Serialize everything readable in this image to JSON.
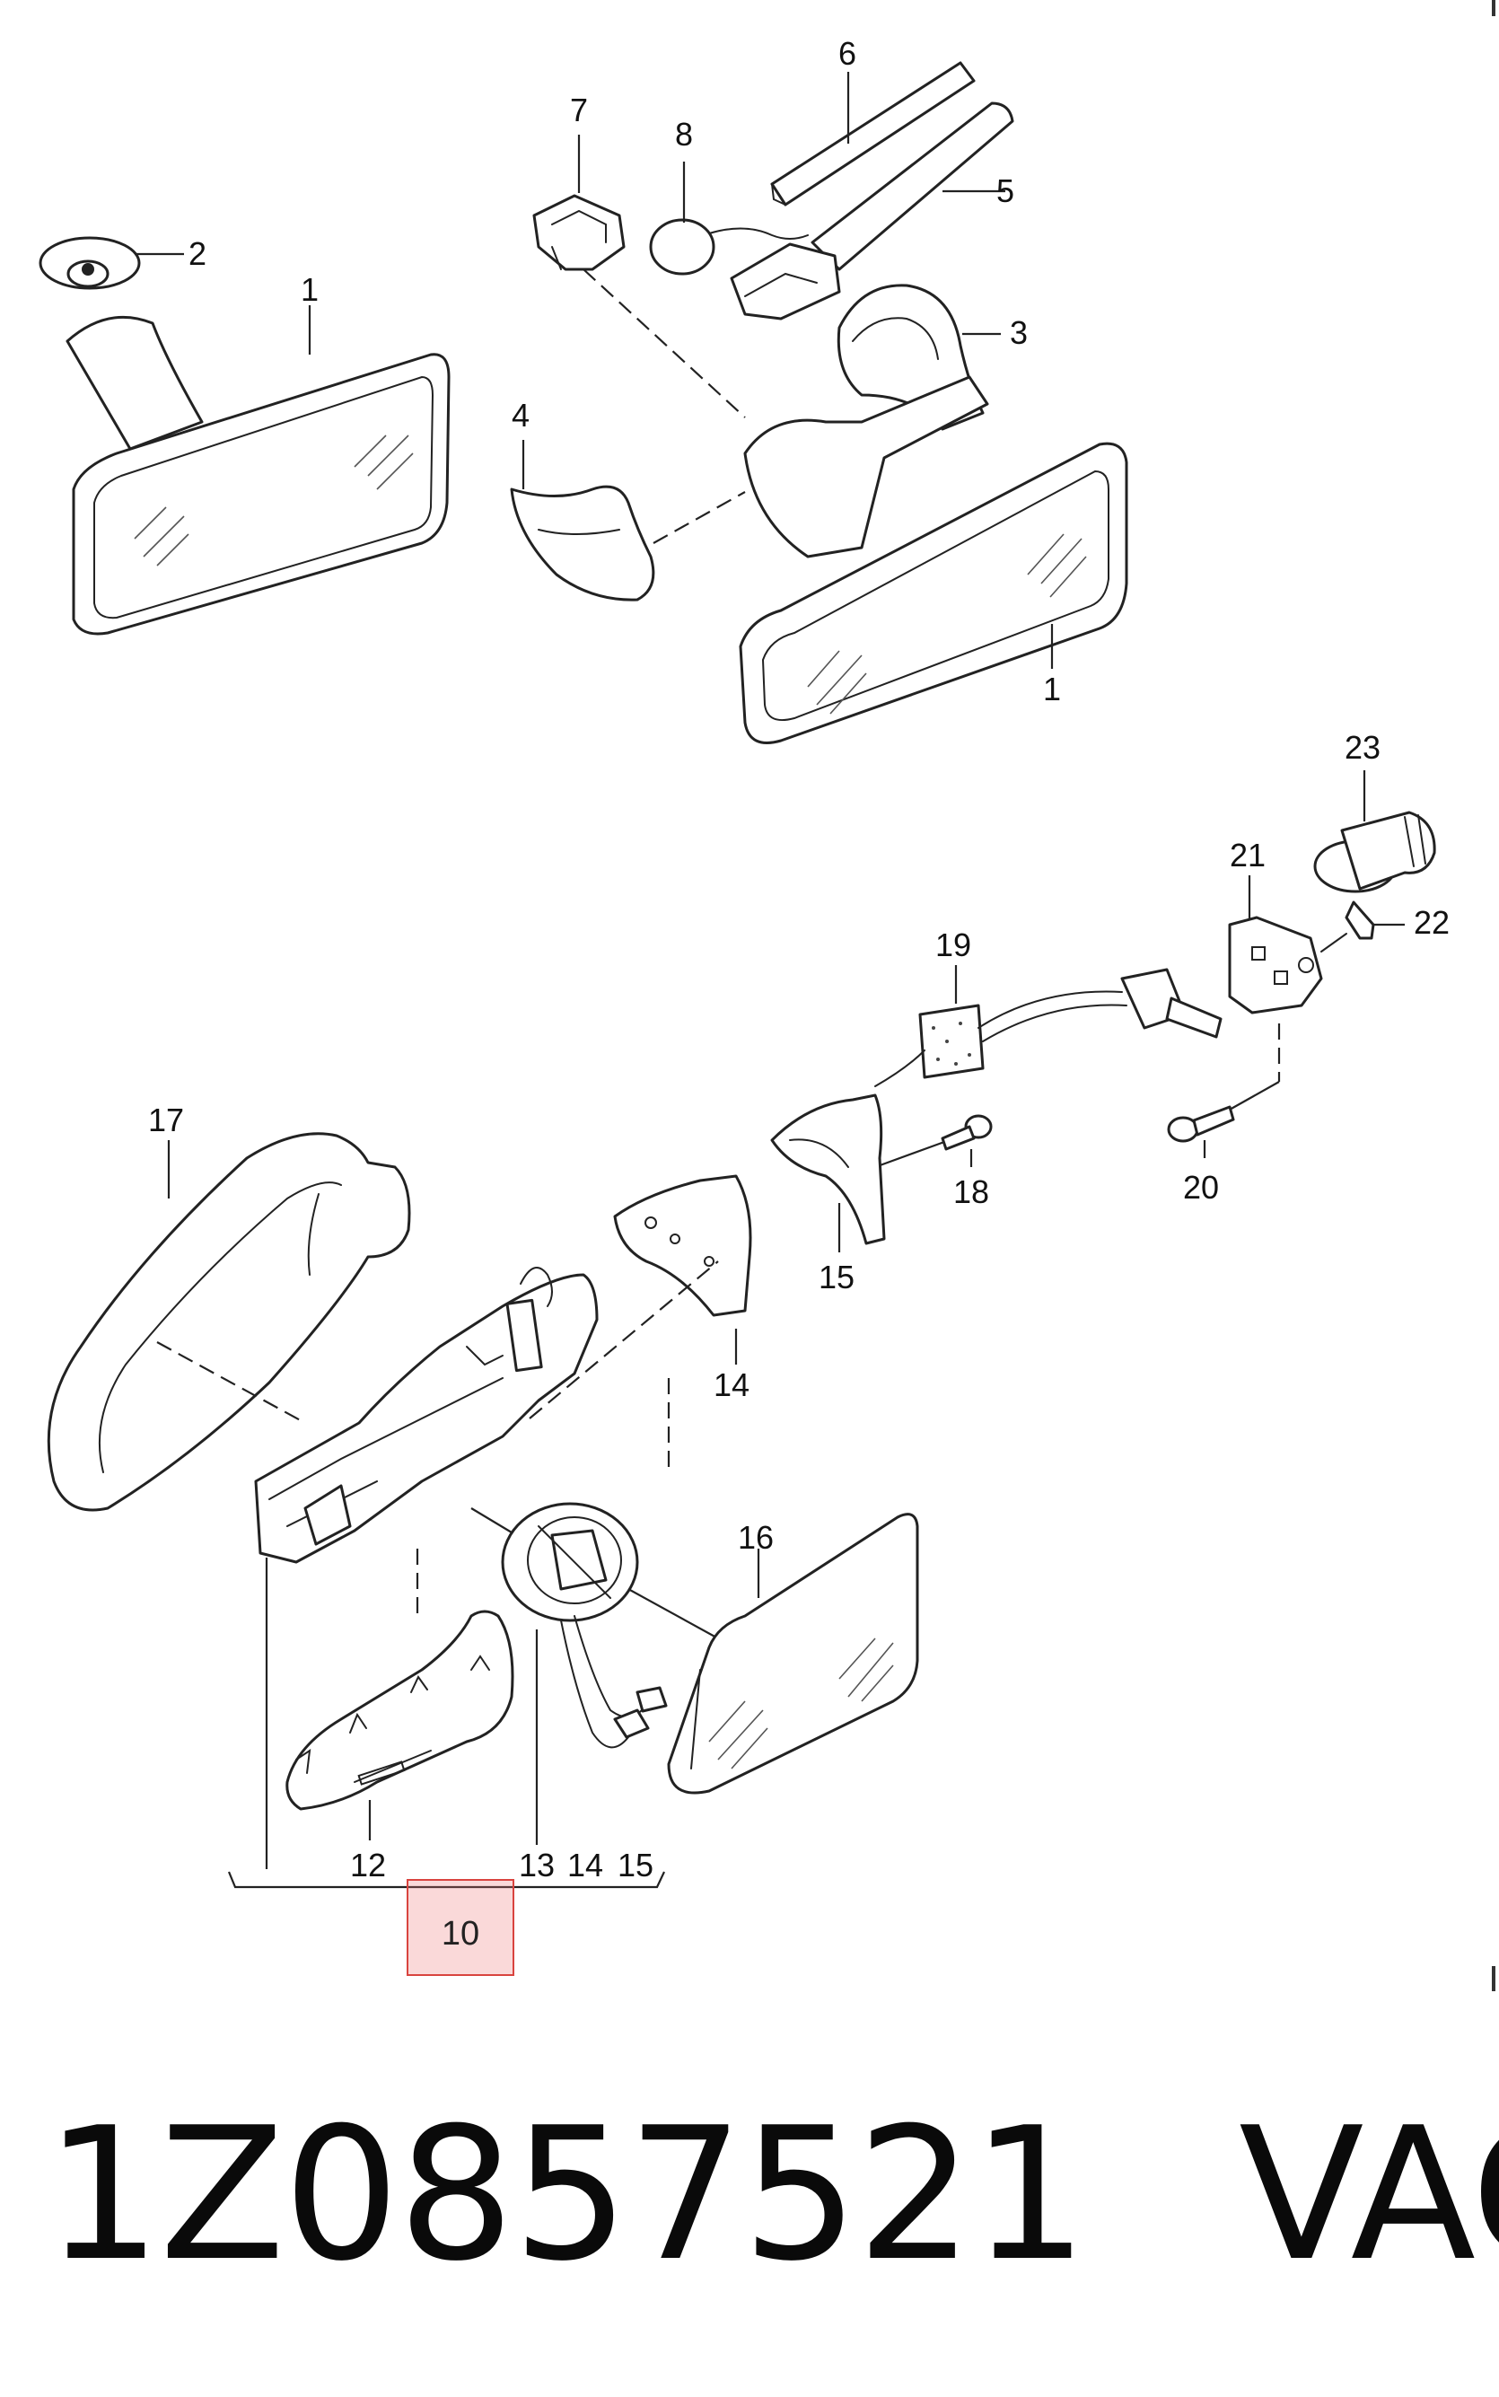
{
  "diagram": {
    "callouts": {
      "c1a": "1",
      "c1b": "1",
      "c2": "2",
      "c3": "3",
      "c4": "4",
      "c5": "5",
      "c6": "6",
      "c7": "7",
      "c8": "8",
      "c12": "12",
      "c13": "13",
      "c14a": "14",
      "c14b": "14",
      "c15a": "15",
      "c15b": "15",
      "c16": "16",
      "c17": "17",
      "c18": "18",
      "c19": "19",
      "c20": "20",
      "c21": "21",
      "c22": "22",
      "c23": "23"
    },
    "highlight_label": "10"
  },
  "footer": {
    "part_number": "1Z0857521",
    "brand": "VAG"
  },
  "colors": {
    "line": "#222222",
    "highlight_fill": "#f2c4c4",
    "highlight_border": "#d9443f",
    "text": "#0a0a0a"
  }
}
